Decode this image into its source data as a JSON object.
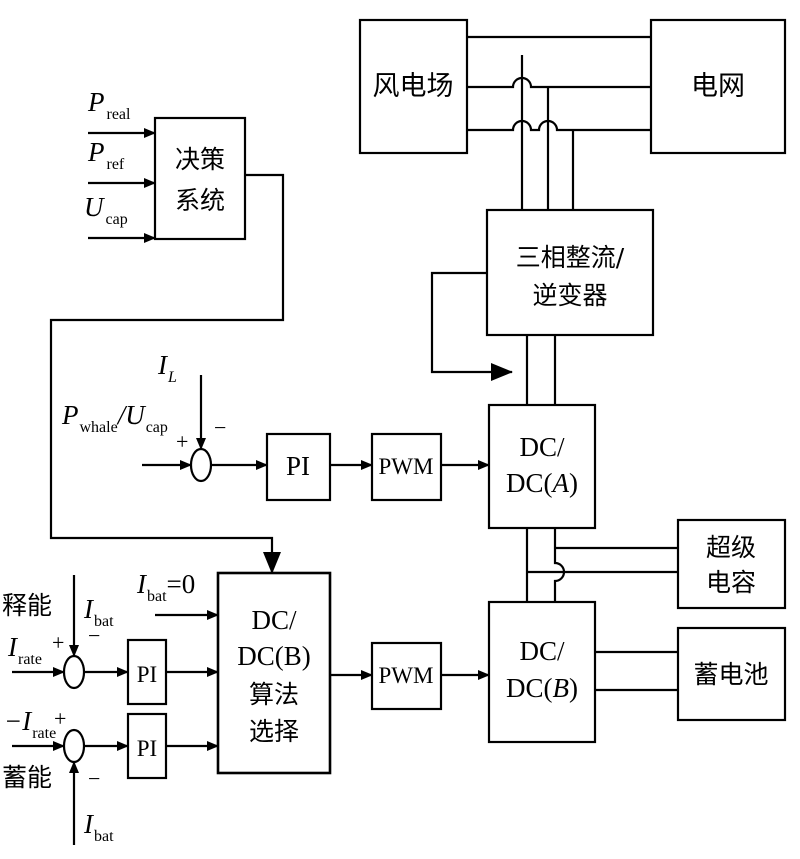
{
  "blocks": {
    "wind_farm": "风电场",
    "grid": "电网",
    "decision_l1": "决策",
    "decision_l2": "系统",
    "rectifier_l1": "三相整流/",
    "rectifier_l2": "逆变器",
    "dcdc_a_l1": "DC/",
    "dcdc_a_l2_pre": "DC(",
    "dcdc_a_l2_ital": "A",
    "dcdc_a_l2_post": ")",
    "dcdc_b_l1": "DC/",
    "dcdc_b_l2_pre": "DC(",
    "dcdc_b_l2_ital": "B",
    "dcdc_b_l2_post": ")",
    "supercap_l1": "超级",
    "supercap_l2": "电容",
    "battery": "蓄电池",
    "algo_l1": "DC/",
    "algo_l2": "DC(B)",
    "algo_l3": "算法",
    "algo_l4": "选择",
    "pi": "PI",
    "pwm": "PWM"
  },
  "inputs": {
    "p_real_main": "P",
    "p_real_sub": "real",
    "p_ref_main": "P",
    "p_ref_sub": "ref",
    "u_cap_main": "U",
    "u_cap_sub": "cap",
    "i_l_main": "I",
    "i_l_sub": "L",
    "p_whale_main": "P",
    "p_whale_sub": "whale",
    "slash_u": "/U",
    "cap_sub": "cap",
    "plus": "+",
    "minus": "−",
    "i_bat_zero_main": "I",
    "i_bat_zero_sub": "bat",
    "i_bat_zero_val": "=0",
    "release": "释能",
    "i_bat_main": "I",
    "i_bat_sub": "bat",
    "i_rate_main": "I",
    "i_rate_sub": "rate",
    "neg_i_rate_main": "−I",
    "neg_i_rate_sub": "rate",
    "store": "蓄能"
  }
}
